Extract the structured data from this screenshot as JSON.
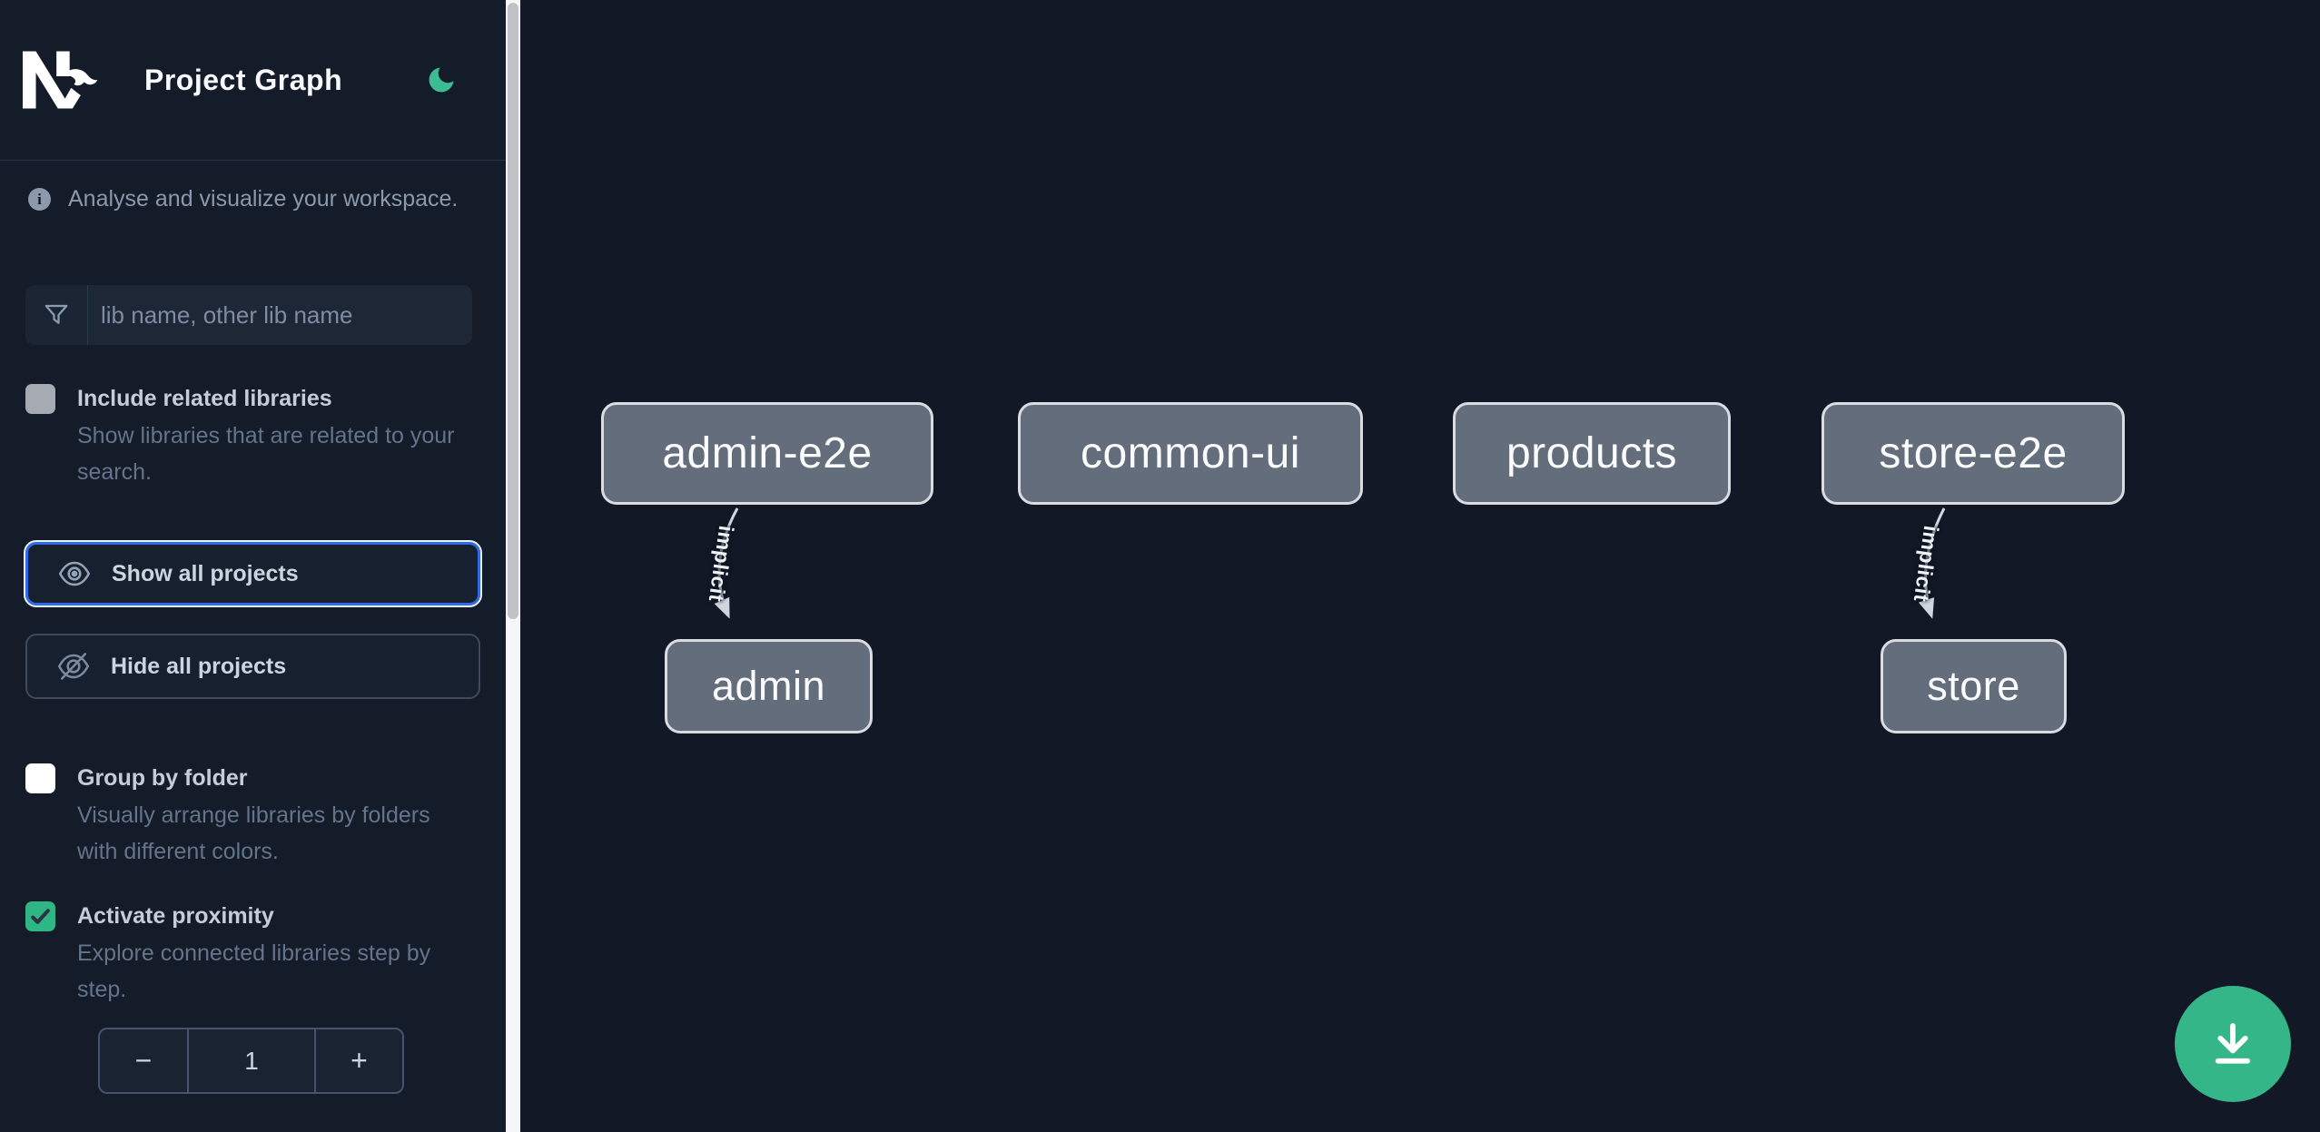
{
  "app": {
    "title": "Project Graph"
  },
  "sidebar": {
    "tagline": "Analyse and visualize your workspace.",
    "filter": {
      "placeholder": "lib name, other lib name"
    },
    "options": [
      {
        "label": "Include related libraries",
        "description": "Show libraries that are related to your search.",
        "checked": false
      },
      {
        "label": "Group by folder",
        "description": "Visually arrange libraries by folders with different colors.",
        "checked": false
      },
      {
        "label": "Activate proximity",
        "description": "Explore connected libraries step by step.",
        "checked": true
      }
    ],
    "actions": {
      "show_all": "Show all projects",
      "hide_all": "Hide all projects"
    },
    "stepper": {
      "decrement": "−",
      "value": "1",
      "increment": "+"
    }
  },
  "graph": {
    "nodes": [
      {
        "label": "admin-e2e"
      },
      {
        "label": "common-ui"
      },
      {
        "label": "products"
      },
      {
        "label": "store-e2e"
      },
      {
        "label": "admin"
      },
      {
        "label": "store"
      }
    ],
    "edges": [
      {
        "source": "admin-e2e",
        "target": "admin",
        "label": "implicit"
      },
      {
        "source": "store-e2e",
        "target": "store",
        "label": "implicit"
      }
    ]
  },
  "icons": {
    "moon": "moon-icon",
    "info": "info-icon",
    "funnel": "funnel-icon",
    "eye": "eye-icon",
    "eye_off": "eye-off-icon",
    "download": "download-icon"
  },
  "colors": {
    "accent_green": "#35b689",
    "moon_green": "#3bbc93",
    "focus_blue": "#2e6beb",
    "node_fill": "#646d7b",
    "sidebar_bg": "#141b29",
    "canvas_bg": "#121826"
  }
}
